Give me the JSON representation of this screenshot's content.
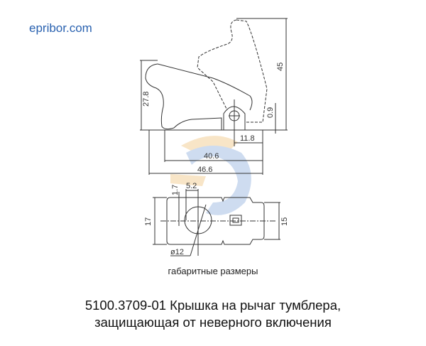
{
  "brand": {
    "site": "epribor.com",
    "color": "#2a62b0"
  },
  "drawing": {
    "side_view": {
      "dimensions": {
        "total_height": "45",
        "closed_height": "27.8",
        "hinge_offset": "0.9",
        "hinge_width": "11.8",
        "length_inner": "40.6",
        "length_total": "46.6"
      }
    },
    "top_view": {
      "dimensions": {
        "hole_offset": "1.7",
        "hole_center": "5.2",
        "width_total": "17",
        "width_inner": "15",
        "hole_diameter": "ø12"
      }
    },
    "watermark_colors": {
      "blue": "#c9d9ef",
      "orange": "#f8e3c2"
    }
  },
  "captions": {
    "subtitle": "габаритные размеры",
    "title_line1": "5100.3709-01 Крышка на рычаг тумблера,",
    "title_line2": "защищающая от неверного включения"
  }
}
